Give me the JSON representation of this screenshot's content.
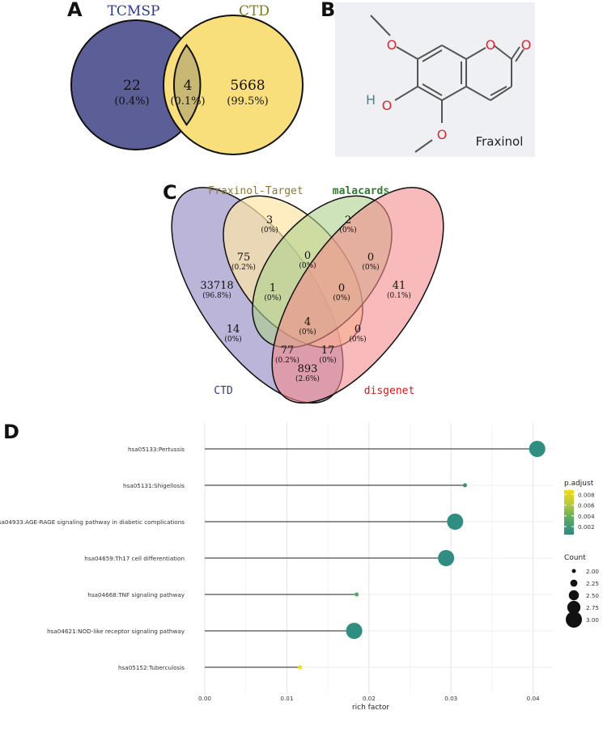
{
  "panels": {
    "a": "A",
    "b": "B",
    "c": "C",
    "d": "D"
  },
  "venn2": {
    "set_a_label": "TCMSP",
    "set_b_label": "CTD",
    "left": {
      "count": "22",
      "pct": "(0.4%)"
    },
    "middle": {
      "count": "4",
      "pct": "(0.1%)"
    },
    "right": {
      "count": "5668",
      "pct": "(99.5%)"
    },
    "colors": {
      "a": "#5b5e97",
      "b": "#f8df7c",
      "overlap": "#c9b874"
    }
  },
  "structure": {
    "name": "Fraxinol",
    "atoms": {
      "o1": "O",
      "o2": "O",
      "o3": "O",
      "o4": "O",
      "o5": "O",
      "h": "H"
    }
  },
  "venn4": {
    "labels": {
      "fraxinol_target": "Fraxinol-Target",
      "malacards": "malacards",
      "ctd": "CTD",
      "disgenet": "disgenet"
    },
    "regions": [
      {
        "id": "r-ft",
        "count": "3",
        "pct": "(0%)"
      },
      {
        "id": "r-m",
        "count": "2",
        "pct": "(0%)"
      },
      {
        "id": "r-ctd-ft",
        "count": "75",
        "pct": "(0.2%)"
      },
      {
        "id": "r-ft-m",
        "count": "0",
        "pct": "(0%)"
      },
      {
        "id": "r-m-dis",
        "count": "0",
        "pct": "(0%)"
      },
      {
        "id": "r-ctd",
        "count": "33718",
        "pct": "(96.8%)"
      },
      {
        "id": "r-ctd-ft-m",
        "count": "1",
        "pct": "(0%)"
      },
      {
        "id": "r-ft-m-dis",
        "count": "0",
        "pct": "(0%)"
      },
      {
        "id": "r-dis",
        "count": "41",
        "pct": "(0.1%)"
      },
      {
        "id": "r-all",
        "count": "4",
        "pct": "(0%)"
      },
      {
        "id": "r-ctd-m",
        "count": "14",
        "pct": "(0%)"
      },
      {
        "id": "r-ft-dis",
        "count": "0",
        "pct": "(0%)"
      },
      {
        "id": "r-ctd-m-dis",
        "count": "77",
        "pct": "(0.2%)"
      },
      {
        "id": "r-ctd-ft-dis",
        "count": "17",
        "pct": "(0%)"
      },
      {
        "id": "r-ctd-dis",
        "count": "893",
        "pct": "(2.6%)"
      }
    ]
  },
  "chart_data": {
    "type": "scatter",
    "subtype": "lollipop",
    "xlabel": "rich factor",
    "xlim": [
      0,
      0.0425
    ],
    "xticks": [
      "0.00",
      "0.01",
      "0.02",
      "0.03",
      "0.04"
    ],
    "categories": [
      "hsa05133:Pertussis",
      "hsa05131:Shigellosis",
      "hsa04933:AGE-RAGE signaling pathway in diabetic complications",
      "hsa04659:Th17 cell differentiation",
      "hsa04668:TNF signaling pathway",
      "hsa04621:NOD-like receptor signaling pathway",
      "hsa05152:Tuberculosis"
    ],
    "rich_factor": [
      0.0405,
      0.0317,
      0.0305,
      0.0294,
      0.0185,
      0.0182,
      0.0116
    ],
    "count": [
      3,
      2,
      3,
      3,
      2,
      3,
      2
    ],
    "p_adjust": [
      0.0008,
      0.0012,
      0.0008,
      0.0008,
      0.003,
      0.0008,
      0.0088
    ],
    "legend_color": {
      "title": "p.adjust",
      "ticks": [
        "0.008",
        "0.006",
        "0.004",
        "0.002"
      ],
      "range": [
        0.0005,
        0.0088
      ],
      "colors": [
        "#2a8a85",
        "#5aa864",
        "#b8cc3a",
        "#f4d81a"
      ]
    },
    "legend_size": {
      "title": "Count",
      "labels": [
        "2.00",
        "2.25",
        "2.50",
        "2.75",
        "3.00"
      ],
      "values": [
        2,
        2.25,
        2.5,
        2.75,
        3
      ]
    },
    "grid": true,
    "legend_position": "right"
  }
}
